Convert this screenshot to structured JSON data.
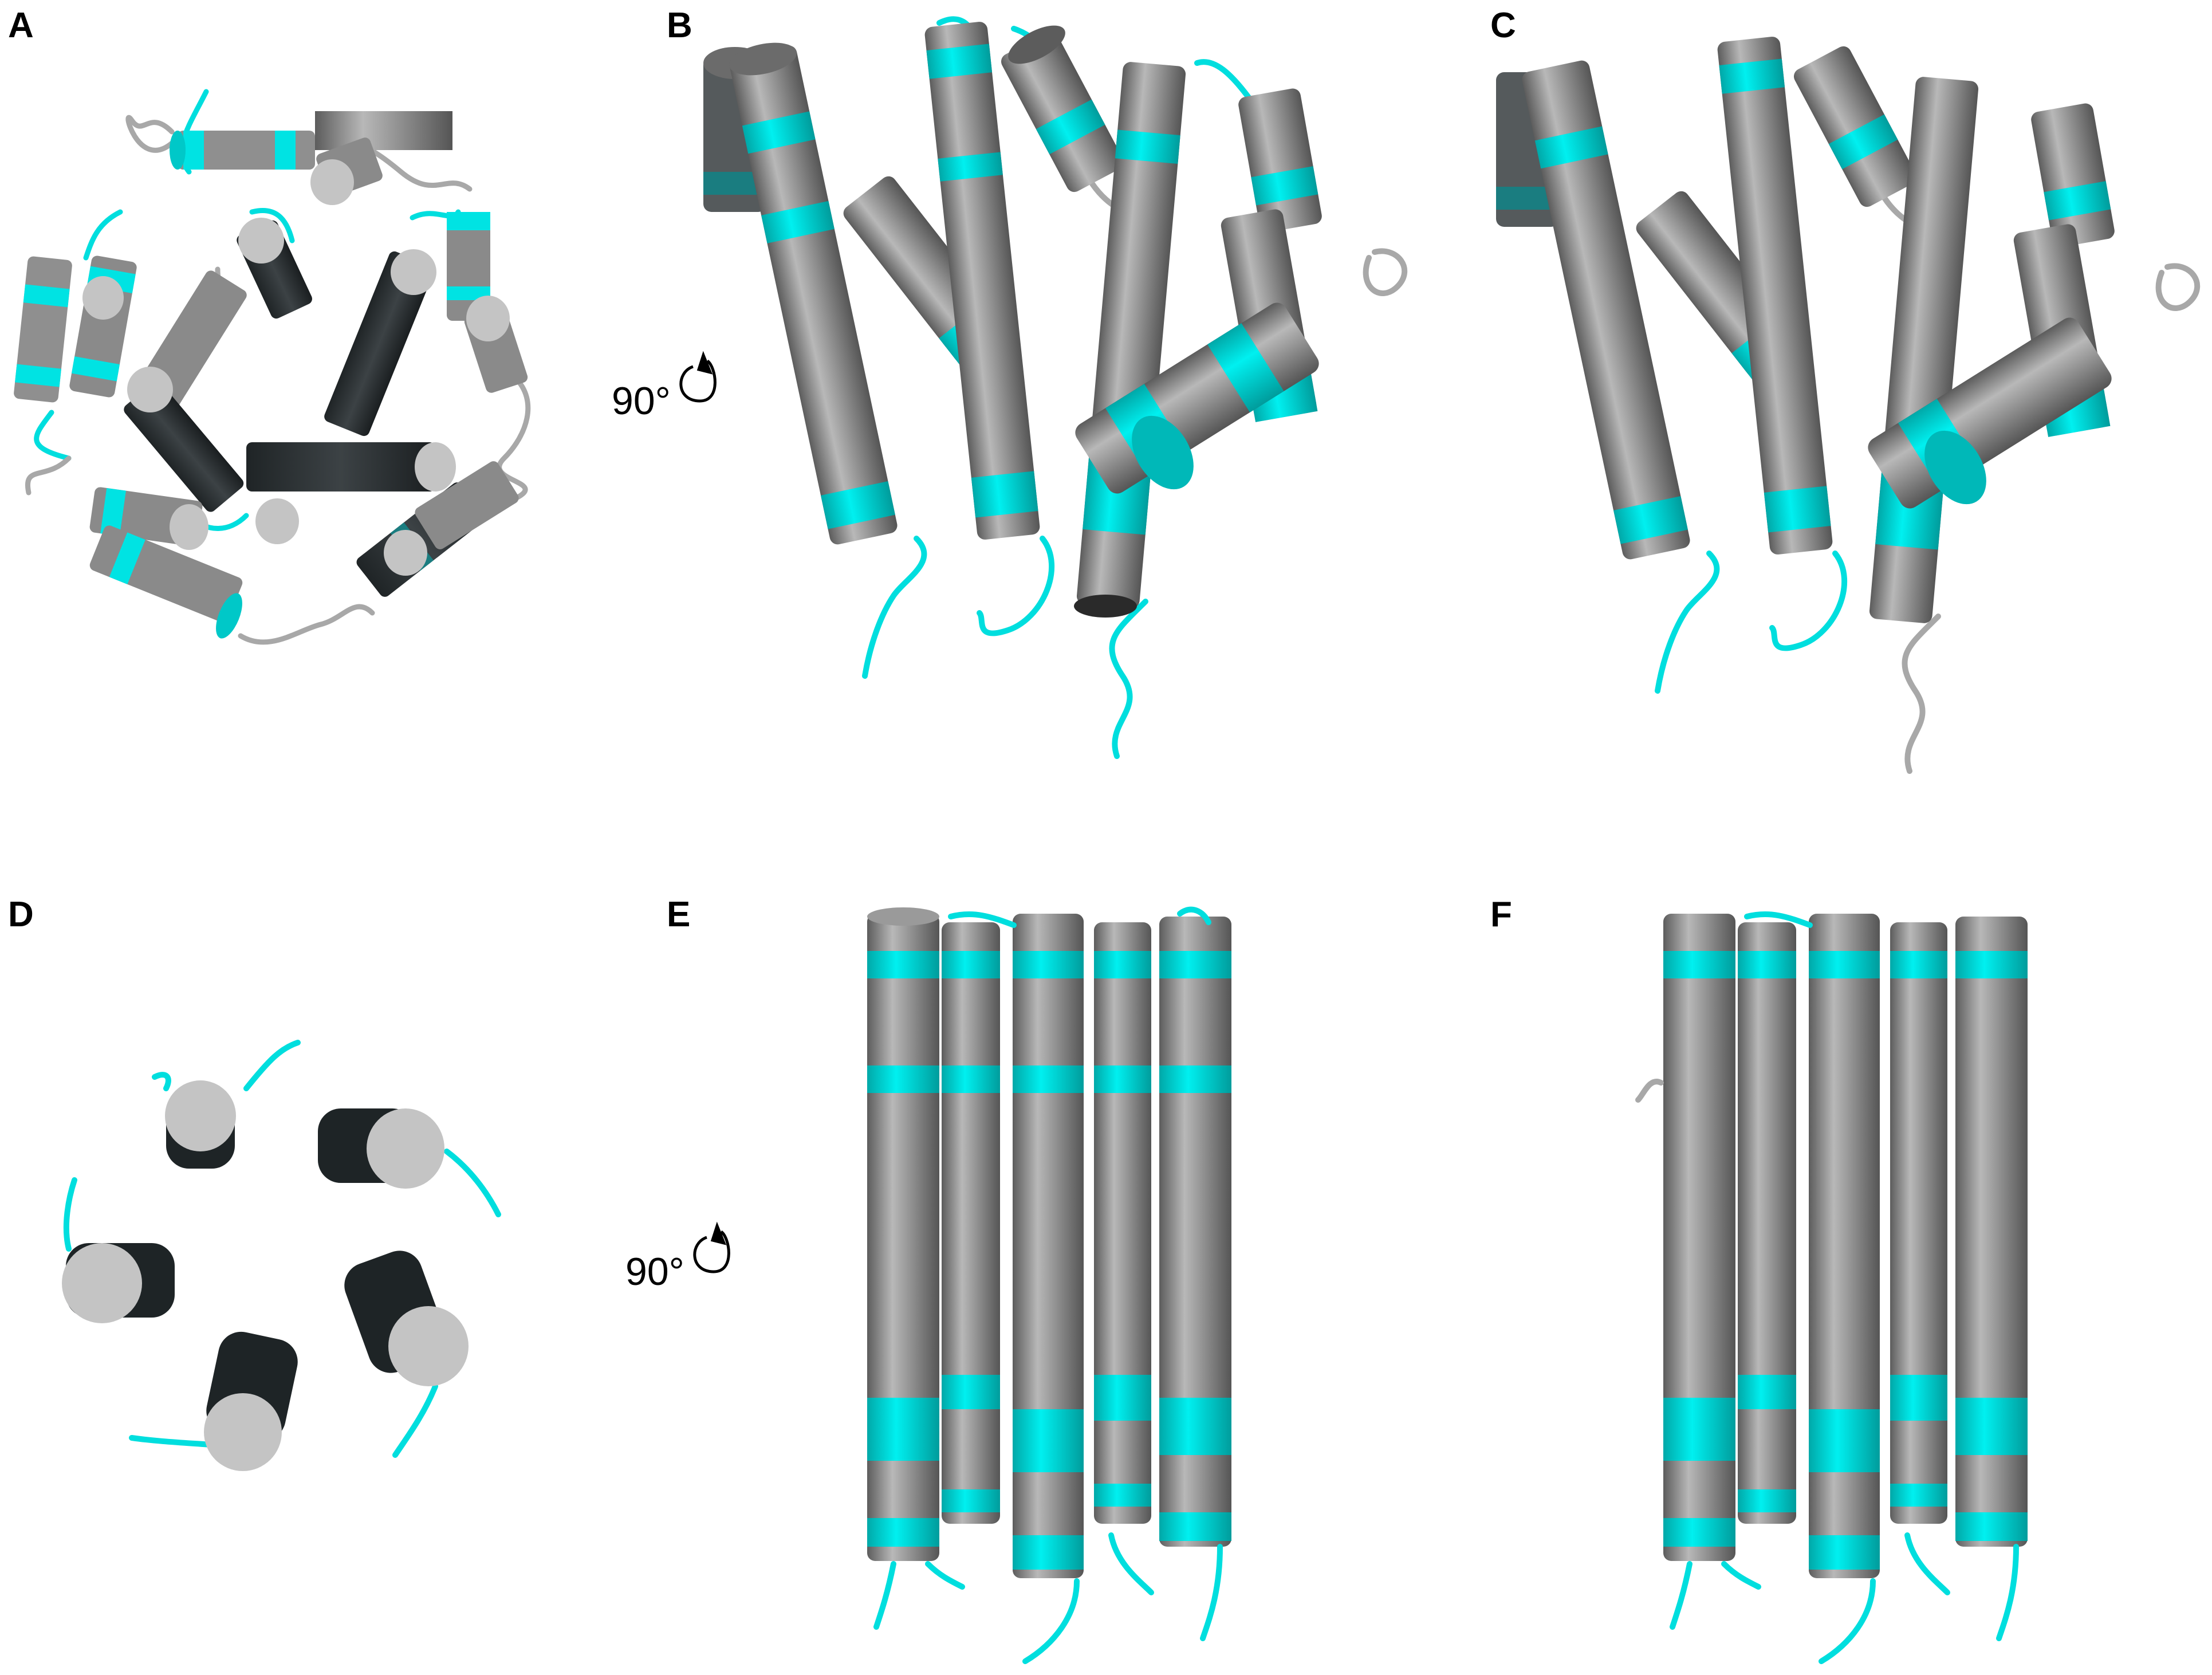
{
  "figure": {
    "panels": [
      {
        "label": "A",
        "view": "top"
      },
      {
        "label": "B",
        "view": "side"
      },
      {
        "label": "C",
        "view": "side"
      },
      {
        "label": "D",
        "view": "top"
      },
      {
        "label": "E",
        "view": "side"
      },
      {
        "label": "F",
        "view": "side"
      }
    ],
    "rotation_annotations": [
      {
        "text": "90°"
      },
      {
        "text": "90°"
      }
    ]
  },
  "colors": {
    "helix_gray": "#8a8a8a",
    "helix_dark": "#2f3436",
    "helix_cap": "#c4c4c4",
    "accent_cyan": "#00e5e5",
    "loop_gray": "#a8a8a8",
    "side_chain_red": "#e02020"
  }
}
